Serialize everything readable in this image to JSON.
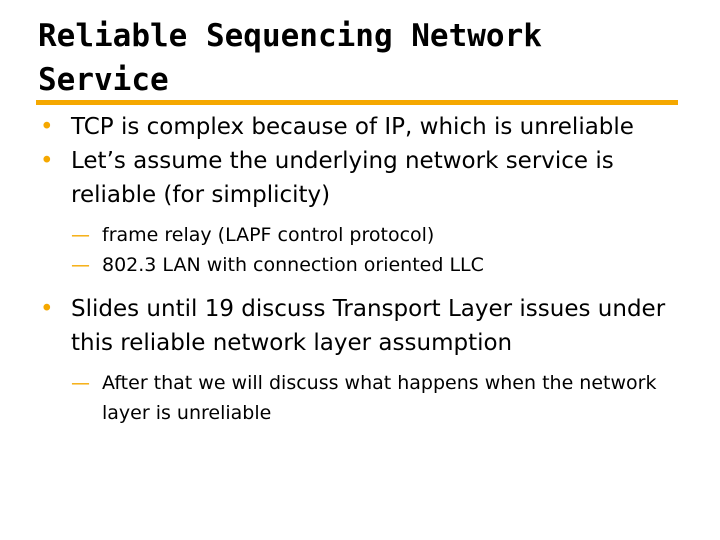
{
  "slide": {
    "title": "Reliable Sequencing Network Service",
    "accent_color": "#f5a800",
    "bullets": [
      {
        "text": "TCP is complex because of IP, which is unreliable",
        "sub": []
      },
      {
        "text": "Let’s assume the underlying network service is reliable (for simplicity)",
        "sub": [
          "frame relay (LAPF control protocol)",
          "802.3 LAN with connection oriented LLC"
        ]
      },
      {
        "text": "Slides until 19 discuss Transport Layer issues under this reliable network layer assumption",
        "sub": [
          "After that we will discuss what happens when the network layer is unreliable"
        ]
      }
    ],
    "bullet_glyph": "•",
    "sub_bullet_glyph": "—"
  }
}
